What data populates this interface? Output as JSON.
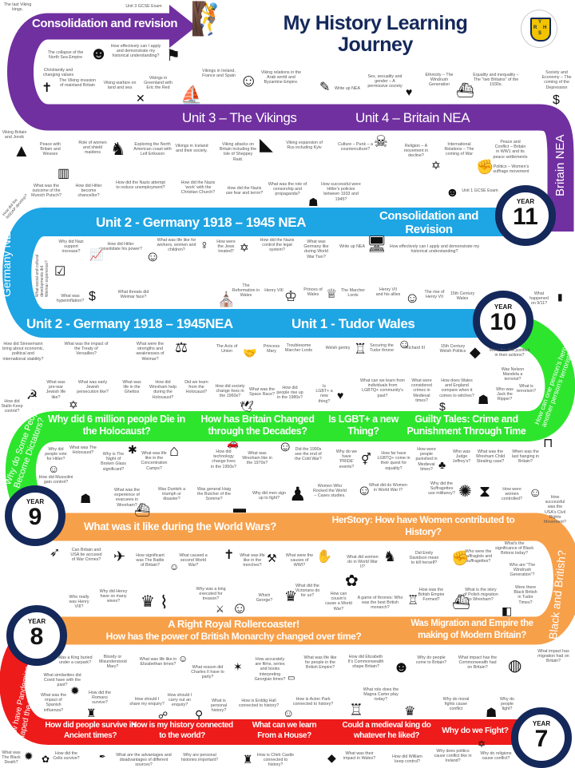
{
  "title": "My History Learning Journey",
  "logo_letters": [
    "Y",
    "R",
    "H",
    "S"
  ],
  "year_label": "YEAR",
  "years": [
    "11",
    "10",
    "9",
    "8",
    "7"
  ],
  "colors": {
    "purple": "#7030a0",
    "blue": "#1ea5e3",
    "green": "#2ee52e",
    "orange": "#f7a04a",
    "red": "#ee1b1b",
    "navy": "#14285a"
  },
  "headings": {
    "consolidation_top": "Consolidation and revision",
    "unit3": "Unit 3 – The Vikings",
    "unit4": "Unit 4 – Britain NEA",
    "britain_nea": "Britain NEA",
    "unit2_top": "Unit 2 - Germany 1918 – 1945 NEA",
    "consolidation_y11": "Consolidation and Revision",
    "germany_nea": "Germany NEA",
    "unit2_bottom": "Unit 2 - Germany  1918 – 1945NEA",
    "unit1": "Unit 1 - Tudor Wales",
    "hero_terrorist": "How can one person's hero be another person's terrorist?",
    "holocaust": "Why did 6 million people Die in the Holocaust?",
    "decades": "How has Britain Changed through the Decades?",
    "lgbt": "Is LGBT+ a new Thing?",
    "guilty": "Guilty Tales: Crime and Punishment Through Time",
    "dictators": "Why do Some People Become Dictators?",
    "world_wars": "What was it like during the World Wars?",
    "herstory": "HerStory: How have Women contributed to History?",
    "black_british": "Black and British?",
    "monarchy_1": "A Right Royal Rollercoaster!",
    "monarchy_2": "How has the power of British Monarchy changed over time?",
    "migration": "Was Migration and Empire the making of Modern Britain?",
    "pandemics": "How have Pandemics shaped the past?",
    "ancient": "How did people survive in Ancient times?",
    "my_history": "How is my history connected to the world?",
    "house": "What can we learn From a House?",
    "medieval_king": "Could a medieval king do whatever he liked?",
    "fight": "Why do we Fight?",
    "nsdap": "How did the NSDAP develop?",
    "weimar_dev": "What social and cultural developments did Weimar experience?"
  },
  "notes": [
    "The last Viking kings.",
    "Unit 3 GCSE Exam",
    "How effectively can I apply and demonstrate my historical understanding?",
    "The collapse of the North Sea Empire",
    "Christianity and changing values",
    "The Viking invasion of mainland Britain",
    "Viking warfare on land and sea",
    "Vikings in Greenland with Eric the Red",
    "Vikings in Ireland, France and Spain",
    "Viking relations in the Arab world and Byzantine Empire.",
    "Write up NEA",
    "Sex, sexuality and gender – A permissive society",
    "Ethnicity – The Windrush Generation",
    "Equality and inequality – The \"two Britains\" of the 1930s.",
    "Society and Economy – The coming of the Depression",
    "Viking Britain and Jorvik",
    "Peace with Britain and Wessex",
    "Role of women and shield maidens",
    "Exploring the North American coast with Leif Eriksson",
    "Vikings in Iceland and their society.",
    "Viking attacks on Britain including the Isle of Sheppey Raid.",
    "Viking expansion of Rus including Kyiv",
    "Culture – Punk – a counterculture?",
    "Religion – A movement in decline?",
    "International Relations – The coming of War",
    "Peace and Conflict – Britain in WW1 and its peace settlements",
    "Politics – Women's suffrage movement",
    "What was the outcome of the Munich Putsch?",
    "How did Hitler become chancellor?",
    "How did the Nazis attempt to reduce unemployment?",
    "How did the Nazis 'work' with the Christian Church?",
    "How did the Nazis use fear and terror?",
    "What was the role of censorship and propaganda?",
    "How successful were Hitler's policies between 1933 and 1945?",
    "Unit 1 GCSE Exam",
    "Why did Nazi support increase?",
    "How did Hitler consolidate his power?",
    "What was life like for workers, women and children?",
    "How were the Jews treated?",
    "How did the Nazis control the legal system?",
    "What was Germany like during World War Two?",
    "Write up NEA",
    "How effectively can I apply and demonstrate my historical understanding?",
    "What was hyperinflation?",
    "What threats did Weimar face?",
    "The Reformation in Wales",
    "Henry VIII",
    "Princes of Wales",
    "The Marcher Lords",
    "Henry VII and his allies",
    "The rise of Henry VII",
    "15th Century Wales",
    "What happened on 9/11?",
    "How did Stresemann bring about economic, political and international stability?",
    "What was the impact of the Treaty of Versailles?",
    "What were the strengths and weaknesses of Weimar?",
    "The Acts of Union",
    "Princess Mary",
    "Troublesome Marcher Lords",
    "Welsh gentry",
    "Securing the Tudor throne",
    "Richard III",
    "15th Century Welsh Politics",
    "Were the IRA justified in their actions?",
    "Was Nelson Mandela a terrorist?",
    "How did Stalin Keep control?",
    "What was pre-war Jewish life like?",
    "What was early Jewish persecution like?",
    "What was life in the Ghettos",
    "How did Wrexham help during the Holocaust?",
    "Did we learn from the Holocaust?",
    "How did society change lives in the 1960s?",
    "What was the Space Race?",
    "How did people rise up in the 1980s?",
    "Is LGBT+ a new thing?",
    "What can we learn from individuals from LGBTQ+ community's past?",
    "What were considered crimes in Medieval times?",
    "How does Wales and England compare when it comes to witches?",
    "Who was Jack the Ripper?",
    "What is terrorism?",
    "Why did people vote for Hitler?",
    "What was The Holocaust?",
    "Why is The Night of Broken Glass significant?",
    "What was life like in the Concentration Camps?",
    "How did technology change lives in the 1950s?",
    "What was Wrexham like in the 1970s?",
    "Did the 1990s see the end of the Cold War?",
    "Why do we have 'PRIDE' events?",
    "How far have LGBTQ+ come in their quest for equality?",
    "How were people punished in Medieval times?",
    "Who was Judge Jeffrey's?",
    "What was the Wrexham Child Stealing case?",
    "When was the last hanging in Britain?",
    "How did Mussolini gain control?",
    "What was the experience of evacuees in Wrexham?",
    "Was Dunkirk a triumph or disaster?",
    "Was general Haig the Butcher of the Somme?",
    "Why did men sign up to fight?",
    "Women Who Rocked the World – Cases studies.",
    "What did do Women in World War I?",
    "Why did the Suffragettes use militancy?",
    "How were women controlled?",
    "How successful was the USA's Civil Rights Movement?",
    "Can Britain and USA be accused of War Crimes?",
    "How significant was The Battle of Britain?",
    "What caused a second World War?",
    "What was life like in the trenches?",
    "What were the causes of WWI?",
    "What did women do in World War II?",
    "Did Emily Davidson mean to kill herself?",
    "Who were the suffragists and suffragettes?",
    "What's the significance of Black Britons today?",
    "Who are \"The Windrush Generation\"?",
    "Who really was Henry VIII?",
    "Why did Henry have so many wives?",
    "Why was a king executed for treason?",
    "Which George?",
    "What did the Victorians do for us?",
    "How can cousin's cause a World War?",
    "A game of thrones: Who was the best British monarch?",
    "How was the British Empire Formed?",
    "What is the story of Polish migration to Wrexham?",
    "Were there Black British in Tudor Times?",
    "Was a King buried under a carpark?",
    "Bloody or Misunderstood Mary?",
    "What was life like in Elizabethan times?",
    "What reason did Charles II have to party?",
    "How accurately are films, series and books interpreting Georgian times?",
    "What was life like for people in the British Empire?",
    "How did Elizabeth II's Commonwealth shape Britain?",
    "Why do people come to Britain?",
    "What impact has the Commonwealth had on Britain?",
    "What impact has migration had on Britain?",
    "What similarities did Covid have with the past?",
    "What was the impact of Spanish influenza?",
    "How did the Romans survive?",
    "How should I share my enquiry?",
    "How should I carry out an enquiry?",
    "What is personal history?",
    "How is Erddig Hall connected to history?",
    "How is Acton Park connected to history?",
    "What role does the Magna Carter play today?",
    "Why do moral fights cause conflict",
    "Why do people fight?",
    "What was The Black Death?",
    "How did the Celts survive?",
    "What are the advantages and disadvantages of different sources?",
    "Why are personal histories important?",
    "How is Chirk Castle connected to history?",
    "What was their impact in Wales?",
    "How did William keep control?",
    "Why does politics cause conflict like in Ireland?",
    "Why do religions cause conflict?"
  ]
}
